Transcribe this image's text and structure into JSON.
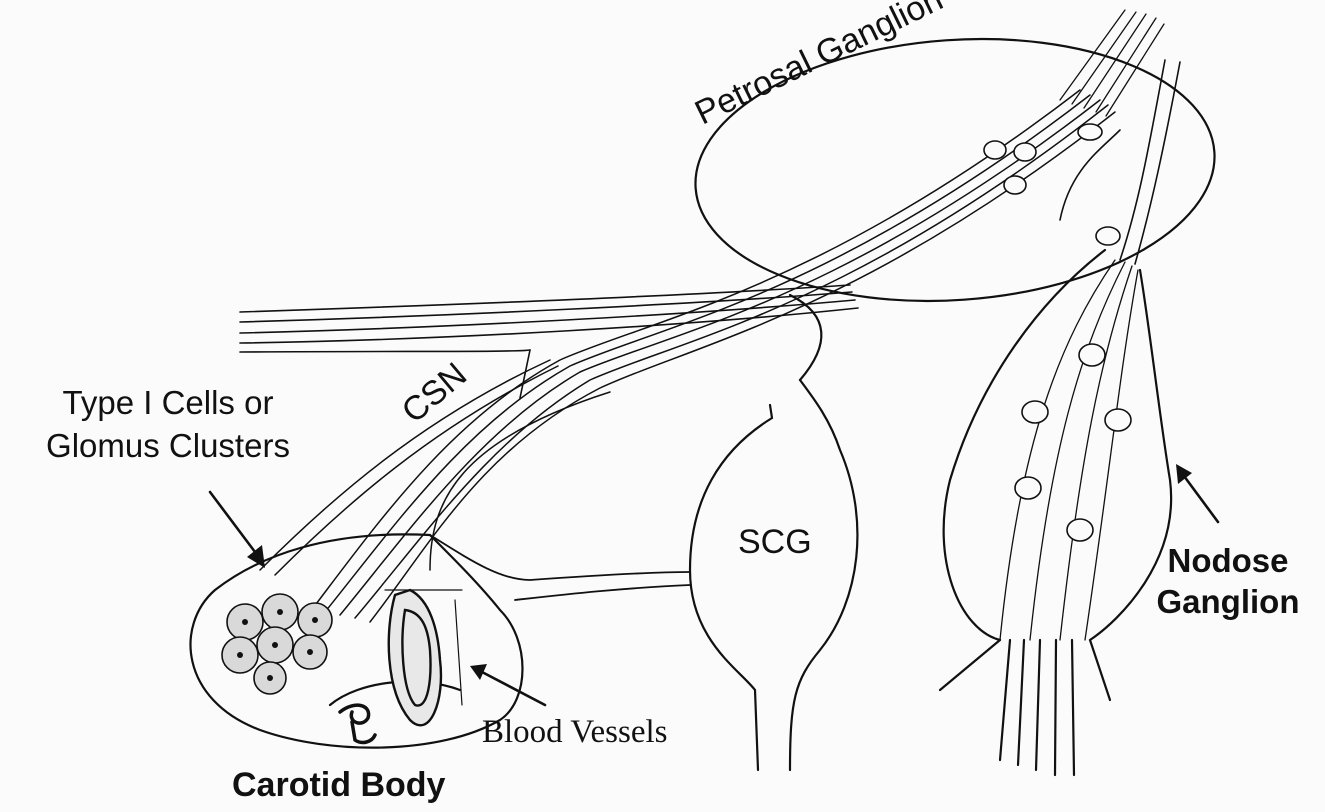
{
  "labels": {
    "petrosal_ganglion": "Petrosal Ganglion",
    "csn": "CSN",
    "type1_cells": "Type I Cells or\nGlomus Clusters",
    "scg": "SCG",
    "nodose_ganglion": "Nodose\nGanglion",
    "blood_vessels": "Blood Vessels",
    "carotid_body": "Carotid Body"
  },
  "colors": {
    "ink": "#111111",
    "background": "#fbfbfb",
    "cell_fill": "#d9d9d9"
  }
}
